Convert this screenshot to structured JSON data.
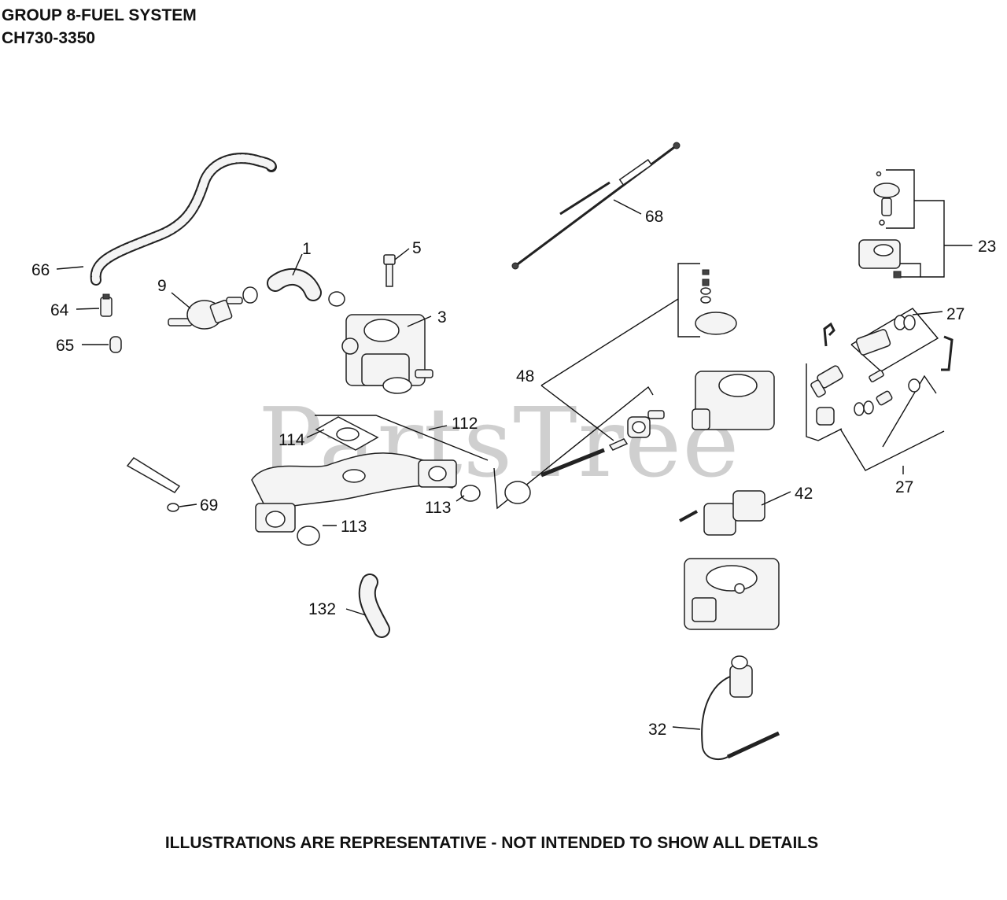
{
  "header": {
    "title": "GROUP 8-FUEL SYSTEM",
    "model": "CH730-3350"
  },
  "watermark": {
    "text": "PartsTree",
    "mark": "™"
  },
  "footer": {
    "note": "ILLUSTRATIONS ARE REPRESENTATIVE - NOT INTENDED TO SHOW ALL DETAILS"
  },
  "callouts": {
    "c1": "1",
    "c3": "3",
    "c5": "5",
    "c9": "9",
    "c23": "23",
    "c27a": "27",
    "c27b": "27",
    "c32": "32",
    "c42": "42",
    "c48": "48",
    "c64": "64",
    "c65": "65",
    "c66": "66",
    "c68": "68",
    "c69": "69",
    "c112": "112",
    "c113a": "113",
    "c113b": "113",
    "c114": "114",
    "c132": "132"
  }
}
